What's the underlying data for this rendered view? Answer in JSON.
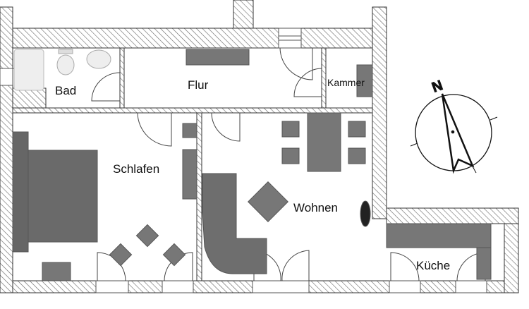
{
  "rooms": {
    "bad": "Bad",
    "flur": "Flur",
    "kammer": "Kammer",
    "schlafen": "Schlafen",
    "wohnen": "Wohnen",
    "kueche": "Küche"
  },
  "compass": {
    "north_label": "N"
  },
  "colors": {
    "wall_hatch": "#555555",
    "furniture": "#777777",
    "line": "#333333"
  }
}
